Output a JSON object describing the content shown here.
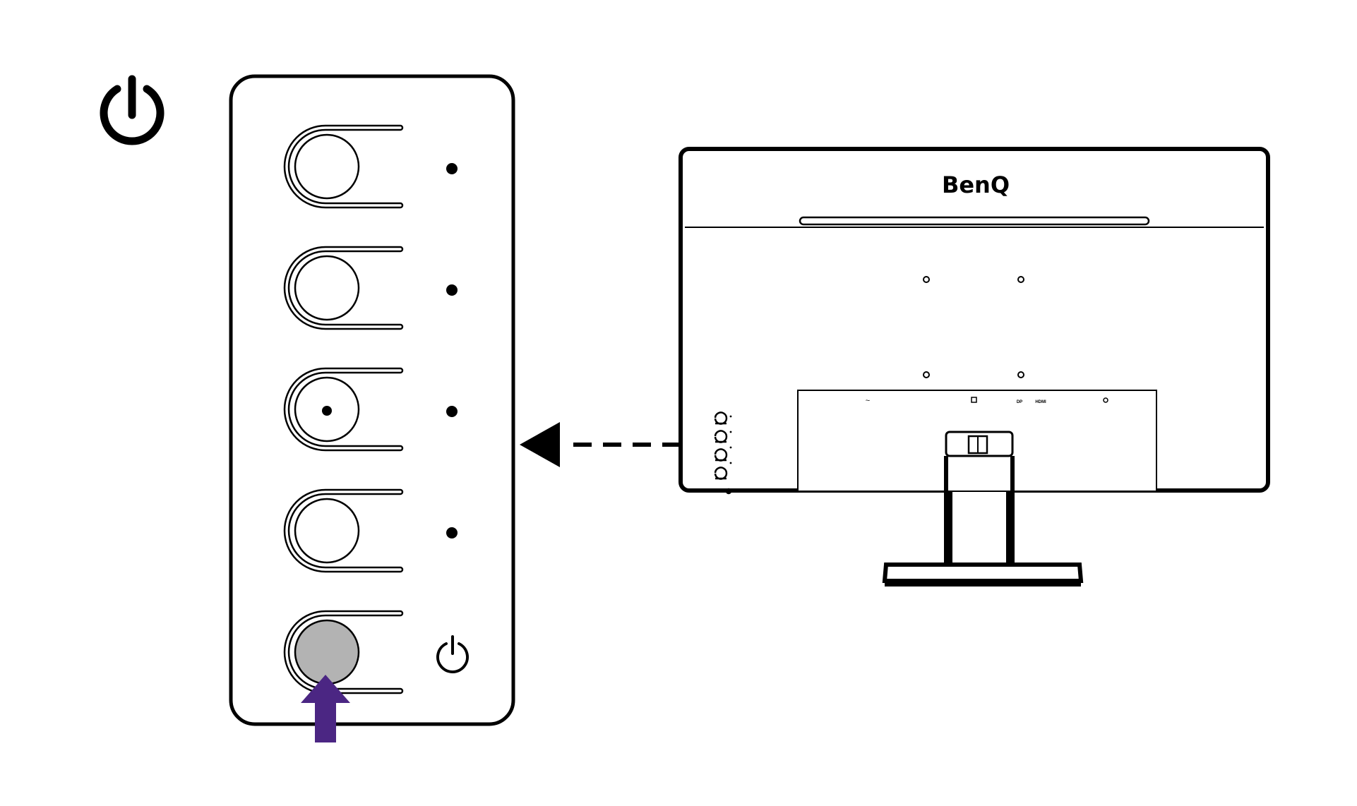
{
  "diagram": {
    "title_icon": "power-icon",
    "monitor": {
      "brand": "BenQ",
      "port_labels": [
        "DP",
        "HDMI"
      ],
      "port_icons": [
        "ac-power-icon",
        "lock-icon",
        "headphone-icon"
      ]
    },
    "control_panel": {
      "keys": [
        {
          "name": "control-key-1",
          "indicator": "dot",
          "pressed": false
        },
        {
          "name": "control-key-2",
          "indicator": "dot",
          "pressed": false
        },
        {
          "name": "control-key-3",
          "indicator": "dot",
          "pressed": false,
          "center_dot": true
        },
        {
          "name": "control-key-4",
          "indicator": "dot",
          "pressed": false
        },
        {
          "name": "power-key",
          "indicator": "power-icon",
          "pressed": true
        }
      ],
      "pointer_arrow": "arrow-up-icon"
    },
    "callout_arrow": "arrow-left-icon",
    "colors": {
      "line": "#000000",
      "pressed_key": "#b3b3b3",
      "press_arrow": "#4b2683",
      "background": "#ffffff"
    }
  }
}
